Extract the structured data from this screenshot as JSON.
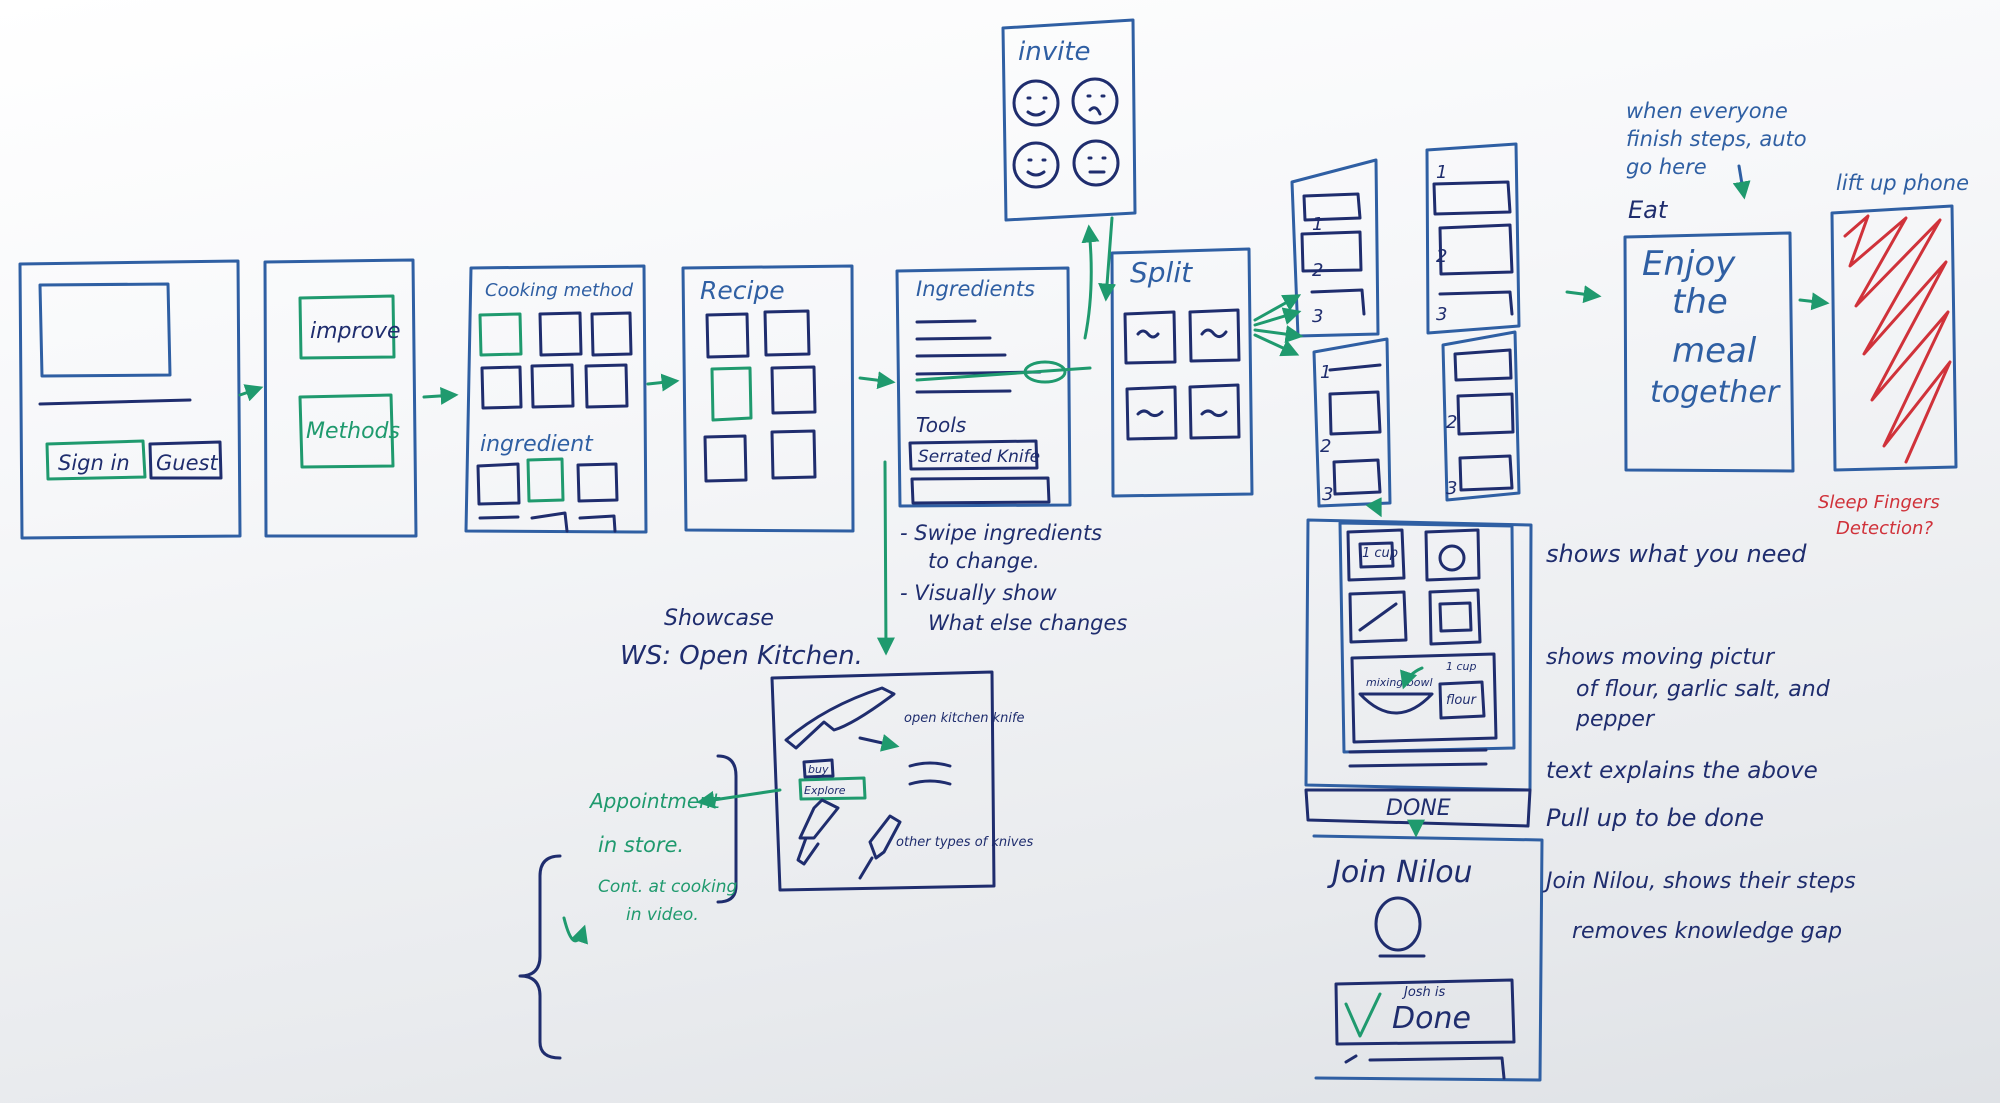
{
  "frames": {
    "login": {
      "sign_in": "Sign in",
      "guest": "Guest"
    },
    "choose": {
      "improve": "improve",
      "methods": "Methods"
    },
    "browse": {
      "cooking_method": "Cooking method",
      "ingredient": "ingredient"
    },
    "recipe": {
      "title": "Recipe"
    },
    "detail": {
      "ingredients": "Ingredients",
      "tools": "Tools",
      "tool_item": "Serrated Knife"
    },
    "invite": {
      "title": "invite"
    },
    "split": {
      "title": "Split"
    },
    "steps": {
      "n1": "1",
      "n2": "2",
      "n3": "3"
    },
    "enjoy": {
      "label": "Eat",
      "line1": "Enjoy",
      "line2": "the",
      "line3": "meal",
      "line4": "together"
    },
    "step_detail": {
      "cup1": "1 cup",
      "mixing_bowl": "mixing bowl",
      "cup2": "1 cup",
      "flour": "flour",
      "done": "DONE"
    },
    "join": {
      "title": "Join Nilou",
      "done_label": "Josh is",
      "done_text": "Done"
    },
    "kitchen": {
      "knife": "open kitchen knife",
      "other": "other types of knives",
      "buy": "buy",
      "explore": "Explore"
    }
  },
  "notes": {
    "auto": [
      "when everyone",
      "finish steps, auto",
      "go here"
    ],
    "lift": "lift up phone",
    "sleep": [
      "Sleep Fingers",
      "Detection?"
    ],
    "swipe": [
      "- Swipe ingredients",
      "to change.",
      "- Visually show",
      "What else changes"
    ],
    "showcase": "Showcase",
    "ws": "WS: Open Kitchen.",
    "appointment": [
      "Appointment",
      "in store.",
      "Cont. at cooking",
      "in video."
    ],
    "shows_need": "shows what you need",
    "moving": [
      "shows moving pictur",
      "of flour, garlic salt, and",
      "pepper"
    ],
    "text_explains": "text explains the above",
    "pull_up": "Pull up to be done",
    "join_note": [
      "Join Nilou, shows their steps",
      "removes knowledge gap"
    ]
  },
  "colors": {
    "blue_marker": "#2f5fa3",
    "navy_marker": "#1f2d6e",
    "green_marker": "#1f9a6e",
    "red_marker": "#d0323a"
  }
}
